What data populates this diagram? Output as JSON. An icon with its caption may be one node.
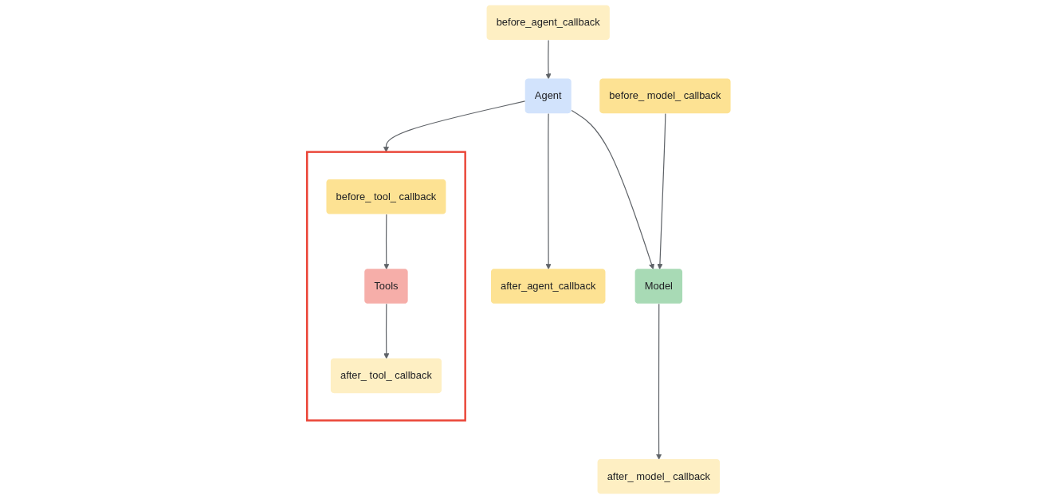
{
  "diagram": {
    "nodes": [
      {
        "text": [
          "before_agent_callback"
        ]
      },
      {
        "text": [
          "Agent"
        ]
      },
      {
        "text": [
          "after_agent_callback"
        ]
      },
      {
        "text": [
          "Model"
        ]
      },
      {
        "text": [],
        "shape": "box"
      },
      {
        "text": [
          "Tools"
        ],
        "in": 4
      },
      {
        "text": [
          "before_ model_ callback"
        ]
      },
      {
        "text": [
          "after_ model_ callback"
        ]
      },
      {
        "text": [
          "before_ tool_ callback"
        ],
        "in": 4
      },
      {
        "text": [
          "after_ tool_ callback"
        ],
        "in": 4
      }
    ],
    "edges": [
      {
        "from": 0,
        "to": 1,
        "arrow": "to"
      },
      {
        "from": 1,
        "to": 2,
        "arrow": "to"
      },
      {
        "from": 1,
        "to": 3,
        "arrow": "to"
      },
      {
        "from": 1,
        "to": 4,
        "arrow": "to"
      },
      {
        "from": 6,
        "to": 3,
        "arrow": "to"
      },
      {
        "from": 3,
        "to": 7,
        "arrow": "to"
      },
      {
        "from": 8,
        "to": 5,
        "arrow": "to"
      },
      {
        "from": 5,
        "to": 9,
        "arrow": "to"
      }
    ]
  }
}
